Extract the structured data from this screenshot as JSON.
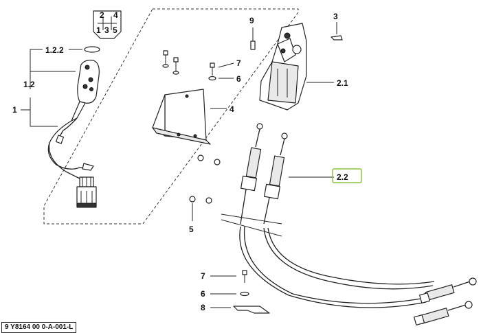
{
  "diagram": {
    "reference_code": "9  Y8164  00  0-A-001-L",
    "gear_pattern": {
      "top": [
        "2",
        "4"
      ],
      "bottom": [
        "1",
        "3",
        "5"
      ]
    },
    "callouts": {
      "c_1_2_2": "1.2.2",
      "c_1_2": "1.2",
      "c_1": "1",
      "c_9": "9",
      "c_3": "3",
      "c_7a": "7",
      "c_6a": "6",
      "c_2_1": "2.1",
      "c_4": "4",
      "c_2_2": "2.2",
      "c_5": "5",
      "c_7b": "7",
      "c_6b": "6",
      "c_8": "8"
    },
    "highlight_color": "#8cc63f"
  }
}
